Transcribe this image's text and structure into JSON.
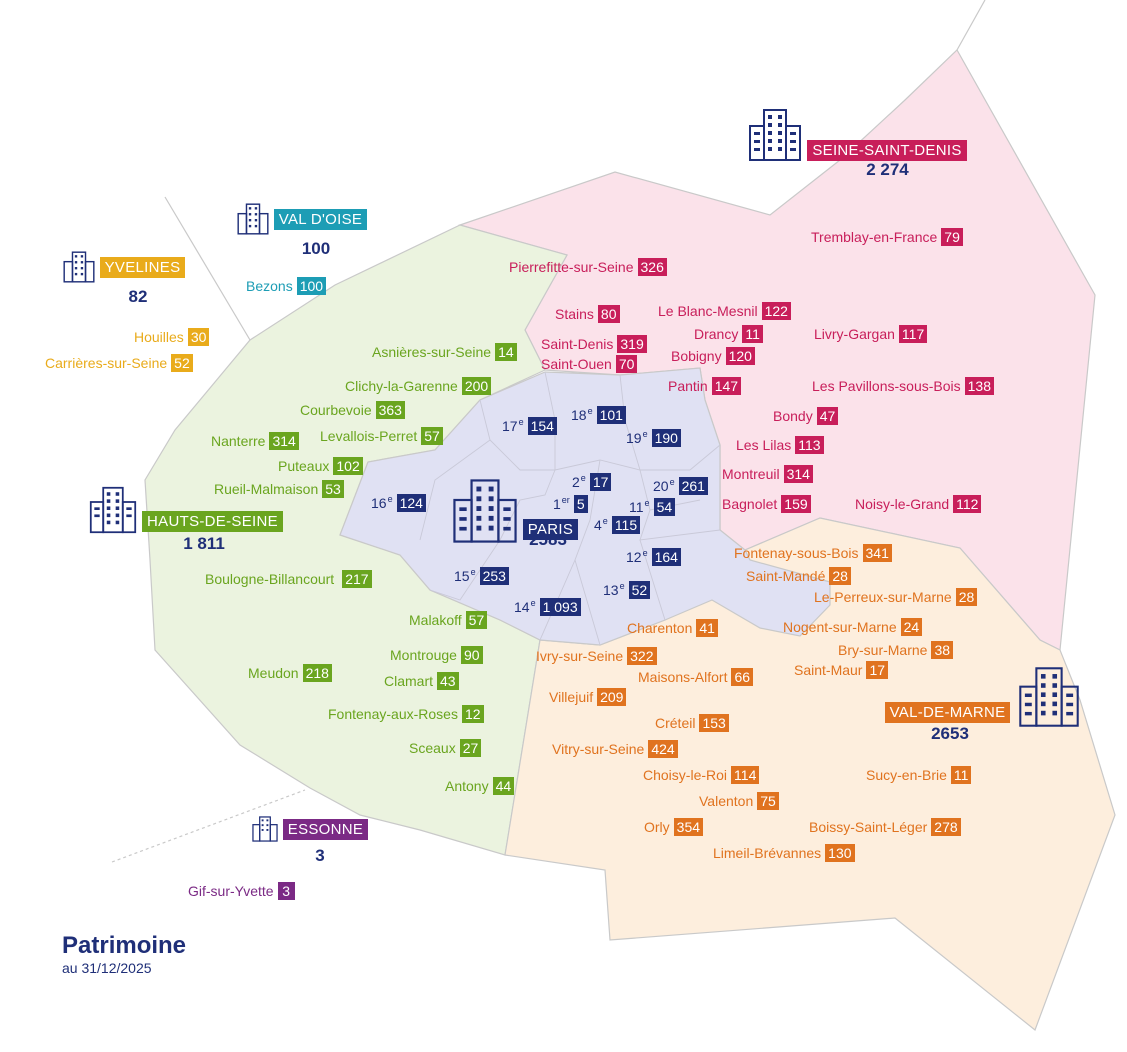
{
  "title": "Patrimoine",
  "subtitle": "au 31/12/2025",
  "colors": {
    "seine_saint_denis": "#c81e5a",
    "hauts_de_seine": "#6aa51f",
    "val_de_marne": "#e0731f",
    "yvelines": "#e9ab1b",
    "val_d_oise": "#1d9db5",
    "essonne": "#7b2a85",
    "paris": "#1f2f78"
  },
  "departments": {
    "seine_saint_denis": {
      "name": "SEINE-SAINT-DENIS",
      "total": "2 274",
      "icon": "building-icon"
    },
    "val_d_oise": {
      "name": "VAL D'OISE",
      "total": "100",
      "icon": "building-icon"
    },
    "yvelines": {
      "name": "YVELINES",
      "total": "82",
      "icon": "building-icon"
    },
    "hauts_de_seine": {
      "name": "HAUTS-DE-SEINE",
      "total": "1 811",
      "icon": "building-icon"
    },
    "paris": {
      "name": "PARIS",
      "total": "2583",
      "icon": "building-icon"
    },
    "val_de_marne": {
      "name": "VAL-DE-MARNE",
      "total": "2653",
      "icon": "building-icon"
    },
    "essonne": {
      "name": "ESSONNE",
      "total": "3",
      "icon": "building-icon"
    }
  },
  "communes": {
    "seine_saint_denis": [
      {
        "name": "Tremblay-en-France",
        "value": "79"
      },
      {
        "name": "Pierrefitte-sur-Seine",
        "value": "326"
      },
      {
        "name": "Stains",
        "value": "80"
      },
      {
        "name": "Le Blanc-Mesnil",
        "value": "122"
      },
      {
        "name": "Drancy",
        "value": "11"
      },
      {
        "name": "Livry-Gargan",
        "value": "117"
      },
      {
        "name": "Saint-Denis",
        "value": "319"
      },
      {
        "name": "Bobigny",
        "value": "120"
      },
      {
        "name": "Saint-Ouen",
        "value": "70"
      },
      {
        "name": "Pantin",
        "value": "147"
      },
      {
        "name": "Les Pavillons-sous-Bois",
        "value": "138"
      },
      {
        "name": "Bondy",
        "value": "47"
      },
      {
        "name": "Les Lilas",
        "value": "113"
      },
      {
        "name": "Montreuil",
        "value": "314"
      },
      {
        "name": "Bagnolet",
        "value": "159"
      },
      {
        "name": "Noisy-le-Grand",
        "value": "112"
      }
    ],
    "val_d_oise": [
      {
        "name": "Bezons",
        "value": "100"
      }
    ],
    "yvelines": [
      {
        "name": "Houilles",
        "value": "30"
      },
      {
        "name": "Carrières-sur-Seine",
        "value": "52"
      }
    ],
    "hauts_de_seine": [
      {
        "name": "Asnières-sur-Seine",
        "value": "14"
      },
      {
        "name": "Clichy-la-Garenne",
        "value": "200"
      },
      {
        "name": "Courbevoie",
        "value": "363"
      },
      {
        "name": "Levallois-Perret",
        "value": "57"
      },
      {
        "name": "Nanterre",
        "value": "314"
      },
      {
        "name": "Puteaux",
        "value": "102"
      },
      {
        "name": "Rueil-Malmaison",
        "value": "53"
      },
      {
        "name": "Boulogne-Billancourt",
        "value": "217"
      },
      {
        "name": "Malakoff",
        "value": "57"
      },
      {
        "name": "Montrouge",
        "value": "90"
      },
      {
        "name": "Meudon",
        "value": "218"
      },
      {
        "name": "Clamart",
        "value": "43"
      },
      {
        "name": "Fontenay-aux-Roses",
        "value": "12"
      },
      {
        "name": "Sceaux",
        "value": "27"
      },
      {
        "name": "Antony",
        "value": "44"
      }
    ],
    "val_de_marne": [
      {
        "name": "Fontenay-sous-Bois",
        "value": "341"
      },
      {
        "name": "Saint-Mandé",
        "value": "28"
      },
      {
        "name": "Le-Perreux-sur-Marne",
        "value": "28"
      },
      {
        "name": "Charenton",
        "value": "41"
      },
      {
        "name": "Nogent-sur-Marne",
        "value": "24"
      },
      {
        "name": "Ivry-sur-Seine",
        "value": "322"
      },
      {
        "name": "Bry-sur-Marne",
        "value": "38"
      },
      {
        "name": "Saint-Maur",
        "value": "17"
      },
      {
        "name": "Maisons-Alfort",
        "value": "66"
      },
      {
        "name": "Villejuif",
        "value": "209"
      },
      {
        "name": "Créteil",
        "value": "153"
      },
      {
        "name": "Vitry-sur-Seine",
        "value": "424"
      },
      {
        "name": "Choisy-le-Roi",
        "value": "114"
      },
      {
        "name": "Sucy-en-Brie",
        "value": "11"
      },
      {
        "name": "Valenton",
        "value": "75"
      },
      {
        "name": "Orly",
        "value": "354"
      },
      {
        "name": "Boissy-Saint-Léger",
        "value": "278"
      },
      {
        "name": "Limeil-Brévannes",
        "value": "130"
      }
    ],
    "essonne": [
      {
        "name": "Gif-sur-Yvette",
        "value": "3"
      }
    ]
  },
  "arrondissements": [
    {
      "num": "17",
      "sup": "e",
      "value": "154"
    },
    {
      "num": "18",
      "sup": "e",
      "value": "101"
    },
    {
      "num": "19",
      "sup": "e",
      "value": "190"
    },
    {
      "num": "16",
      "sup": "e",
      "value": "124"
    },
    {
      "num": "2",
      "sup": "e",
      "value": "17"
    },
    {
      "num": "20",
      "sup": "e",
      "value": "261"
    },
    {
      "num": "1",
      "sup": "er",
      "value": "5"
    },
    {
      "num": "11",
      "sup": "e",
      "value": "54"
    },
    {
      "num": "4",
      "sup": "e",
      "value": "115"
    },
    {
      "num": "12",
      "sup": "e",
      "value": "164"
    },
    {
      "num": "15",
      "sup": "e",
      "value": "253"
    },
    {
      "num": "13",
      "sup": "e",
      "value": "52"
    },
    {
      "num": "14",
      "sup": "e",
      "value": "1 093"
    }
  ]
}
